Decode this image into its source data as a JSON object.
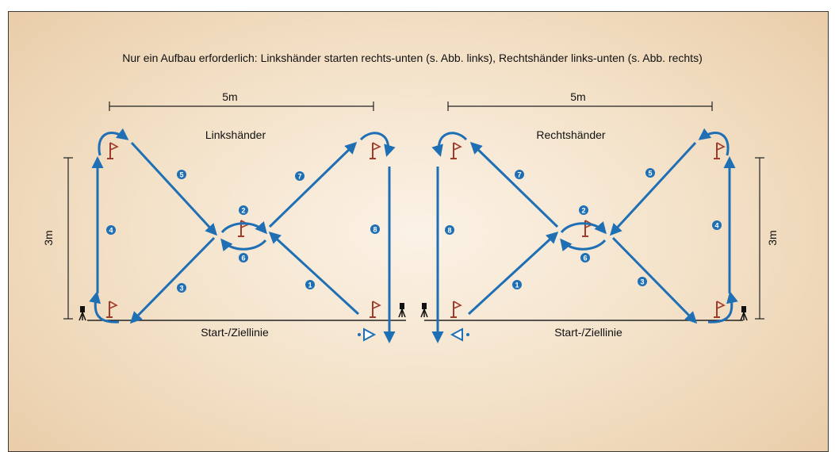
{
  "header": {
    "text": "Nur ein Aufbau erforderlich: Linkshänder starten rechts-unten (s. Abb. links), Rechtshänder links-unten (s. Abb. rechts)"
  },
  "left": {
    "title": "Linkshänder",
    "width_label": "5m",
    "height_label": "3m",
    "line_label": "Start-/Ziellinie",
    "steps": [
      "1",
      "2",
      "3",
      "4",
      "5",
      "6",
      "7",
      "8"
    ]
  },
  "right": {
    "title": "Rechtshänder",
    "width_label": "5m",
    "height_label": "3m",
    "line_label": "Start-/Ziellinie",
    "steps": [
      "1",
      "2",
      "3",
      "4",
      "5",
      "6",
      "7",
      "8"
    ]
  },
  "colors": {
    "arrow": "#1f6fb5",
    "flag": "#a23a2a",
    "badge": "#1f6fb5",
    "line": "#222222"
  },
  "icons": [
    "flag-icon",
    "camera-icon",
    "start-cone-icon",
    "arrow-icon"
  ]
}
